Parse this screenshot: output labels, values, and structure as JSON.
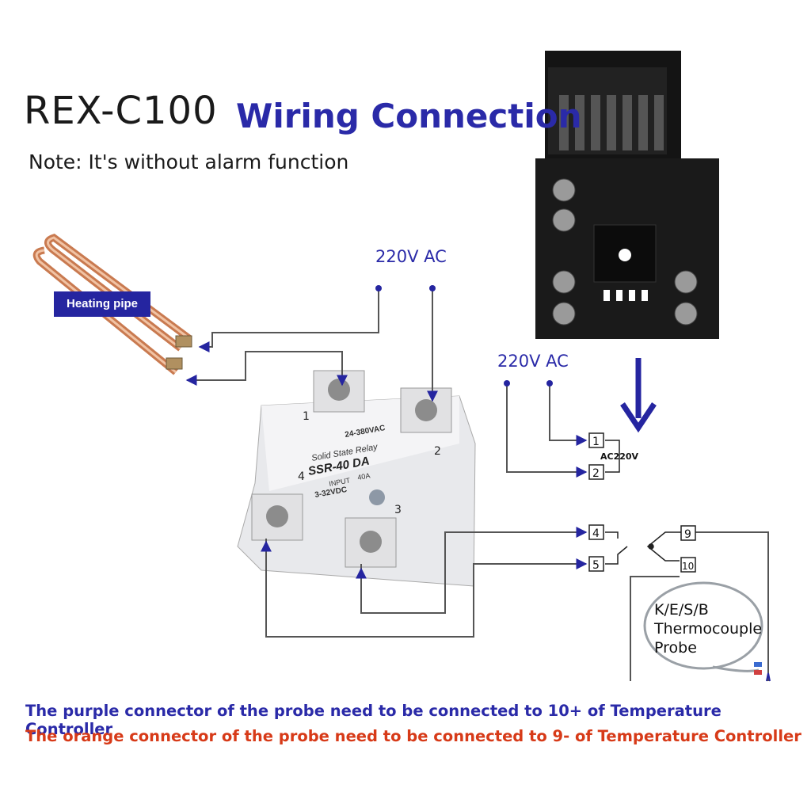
{
  "title": {
    "model": "REX-C100",
    "subtitle": "Wiring Connection"
  },
  "note": "Note: It's without alarm function",
  "labels": {
    "heating_pipe": "Heating pipe",
    "power_top": "220V AC",
    "power_right": "220V AC",
    "ac_terminal": "AC220V",
    "thermocouple": [
      "K/E/S/B",
      "Thermocouple",
      "Probe"
    ]
  },
  "ssr": {
    "brand": "Solid State Relay",
    "model": "SSR-40 DA",
    "output_range": "24-380VAC",
    "input_label": "INPUT",
    "input_range": "3-32VDC",
    "current": "40A",
    "terminals": [
      "1",
      "2",
      "3",
      "4"
    ]
  },
  "controller_terminals": [
    "1",
    "2",
    "4",
    "5",
    "9",
    "10"
  ],
  "footer": {
    "line1": "The purple  connector of the probe need to be connected to 10+ of Temperature Controller",
    "line2": "The orange  connector of the probe need to be connected to 9- of Temperature Controller"
  },
  "colors": {
    "wire": "#555555",
    "arrow": "#2525a0",
    "title_blue": "#2a2aa8",
    "footer_orange": "#d73a18"
  }
}
